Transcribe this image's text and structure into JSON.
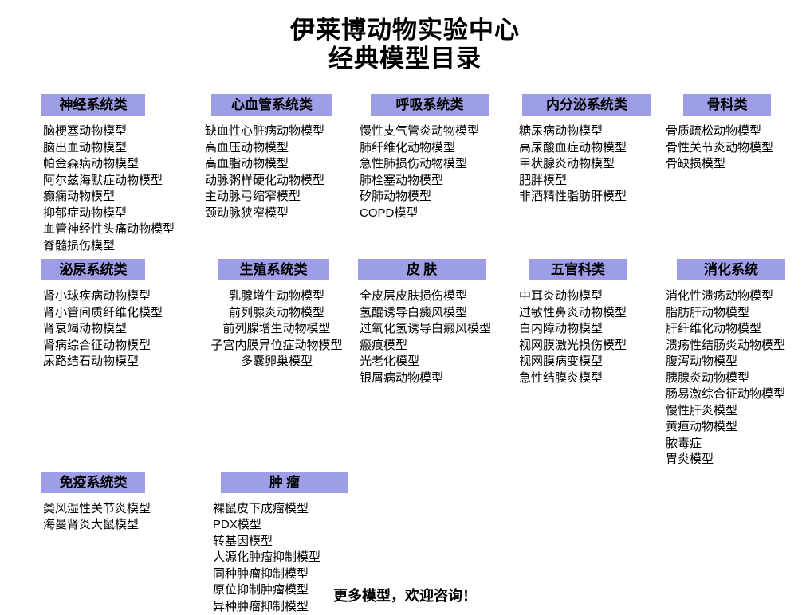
{
  "document": {
    "title_line1": "伊莱博动物实验中心",
    "title_line2": "经典模型目录",
    "footer": "更多模型，欢迎咨询！"
  },
  "theme": {
    "header_background": "#9e9ee8",
    "page_background": "#ffffff",
    "text_color": "#000000"
  },
  "bands": [
    {
      "categories": [
        {
          "heading": "神经系统类",
          "items": [
            "脑梗塞动物模型",
            "脑出血动物模型",
            "帕金森病动物模型",
            "阿尔兹海默症动物模型",
            "癫痫动物模型",
            "抑郁症动物模型",
            "血管神经性头痛动物模型",
            "脊髓损伤模型"
          ]
        },
        {
          "heading": "心血管系统类",
          "items": [
            "缺血性心脏病动物模型",
            "高血压动物模型",
            "高血脂动物模型",
            "动脉粥样硬化动物模型",
            "主动脉弓缩窄模型",
            "颈动脉狭窄模型"
          ]
        },
        {
          "heading": "呼吸系统类",
          "items": [
            "慢性支气管炎动物模型",
            "肺纤维化动物模型",
            "急性肺损伤动物模型",
            "肺栓塞动物模型",
            "矽肺动物模型",
            "COPD模型"
          ]
        },
        {
          "heading": "内分泌系统类",
          "items": [
            "糖尿病动物模型",
            "高尿酸血症动物模型",
            "甲状腺炎动物模型",
            "肥胖模型",
            "非酒精性脂肪肝模型"
          ]
        },
        {
          "heading": "骨科类",
          "items": [
            "骨质疏松动物模型",
            "骨性关节炎动物模型",
            "骨缺损模型"
          ]
        }
      ]
    },
    {
      "categories": [
        {
          "heading": "泌尿系统类",
          "items": [
            "肾小球疾病动物模型",
            "肾小管间质纤维化模型",
            "肾衰竭动物模型",
            "肾病综合征动物模型",
            "尿路结石动物模型"
          ]
        },
        {
          "heading": "生殖系统类",
          "items": [
            "乳腺增生动物模型",
            "前列腺炎动物模型",
            "前列腺增生动物模型",
            "子宫内膜异位症动物模型",
            "多囊卵巢模型"
          ]
        },
        {
          "heading": "皮  肤",
          "items": [
            "全皮层皮肤损伤模型",
            "氢醌诱导白癜风模型",
            "过氧化氢诱导白癜风模型",
            "瘢痕模型",
            "光老化模型",
            "银屑病动物模型"
          ]
        },
        {
          "heading": "五官科类",
          "items": [
            "中耳炎动物模型",
            "过敏性鼻炎动物模型",
            "白内障动物模型",
            "视网膜激光损伤模型",
            "视网膜病变模型",
            "急性结膜炎模型"
          ]
        },
        {
          "heading": "消化系统",
          "items": [
            "消化性溃疡动物模型",
            "脂肪肝动物模型",
            "肝纤维化动物模型",
            "溃疡性结肠炎动物模型",
            "腹泻动物模型",
            "胰腺炎动物模型",
            "肠易激综合征动物模型",
            "慢性肝炎模型",
            "黄疸动物模型",
            "脓毒症",
            "胃炎模型"
          ]
        }
      ]
    },
    {
      "categories": [
        {
          "heading": "免疫系统类",
          "items": [
            "类风湿性关节炎模型",
            "海曼肾炎大鼠模型"
          ]
        },
        {
          "heading": "肿  瘤",
          "items": [
            "裸鼠皮下成瘤模型",
            "PDX模型",
            "转基因模型",
            "人源化肿瘤抑制模型",
            "同种肿瘤抑制模型",
            "原位抑制肿瘤模型",
            "异种肿瘤抑制模型"
          ]
        }
      ]
    }
  ]
}
